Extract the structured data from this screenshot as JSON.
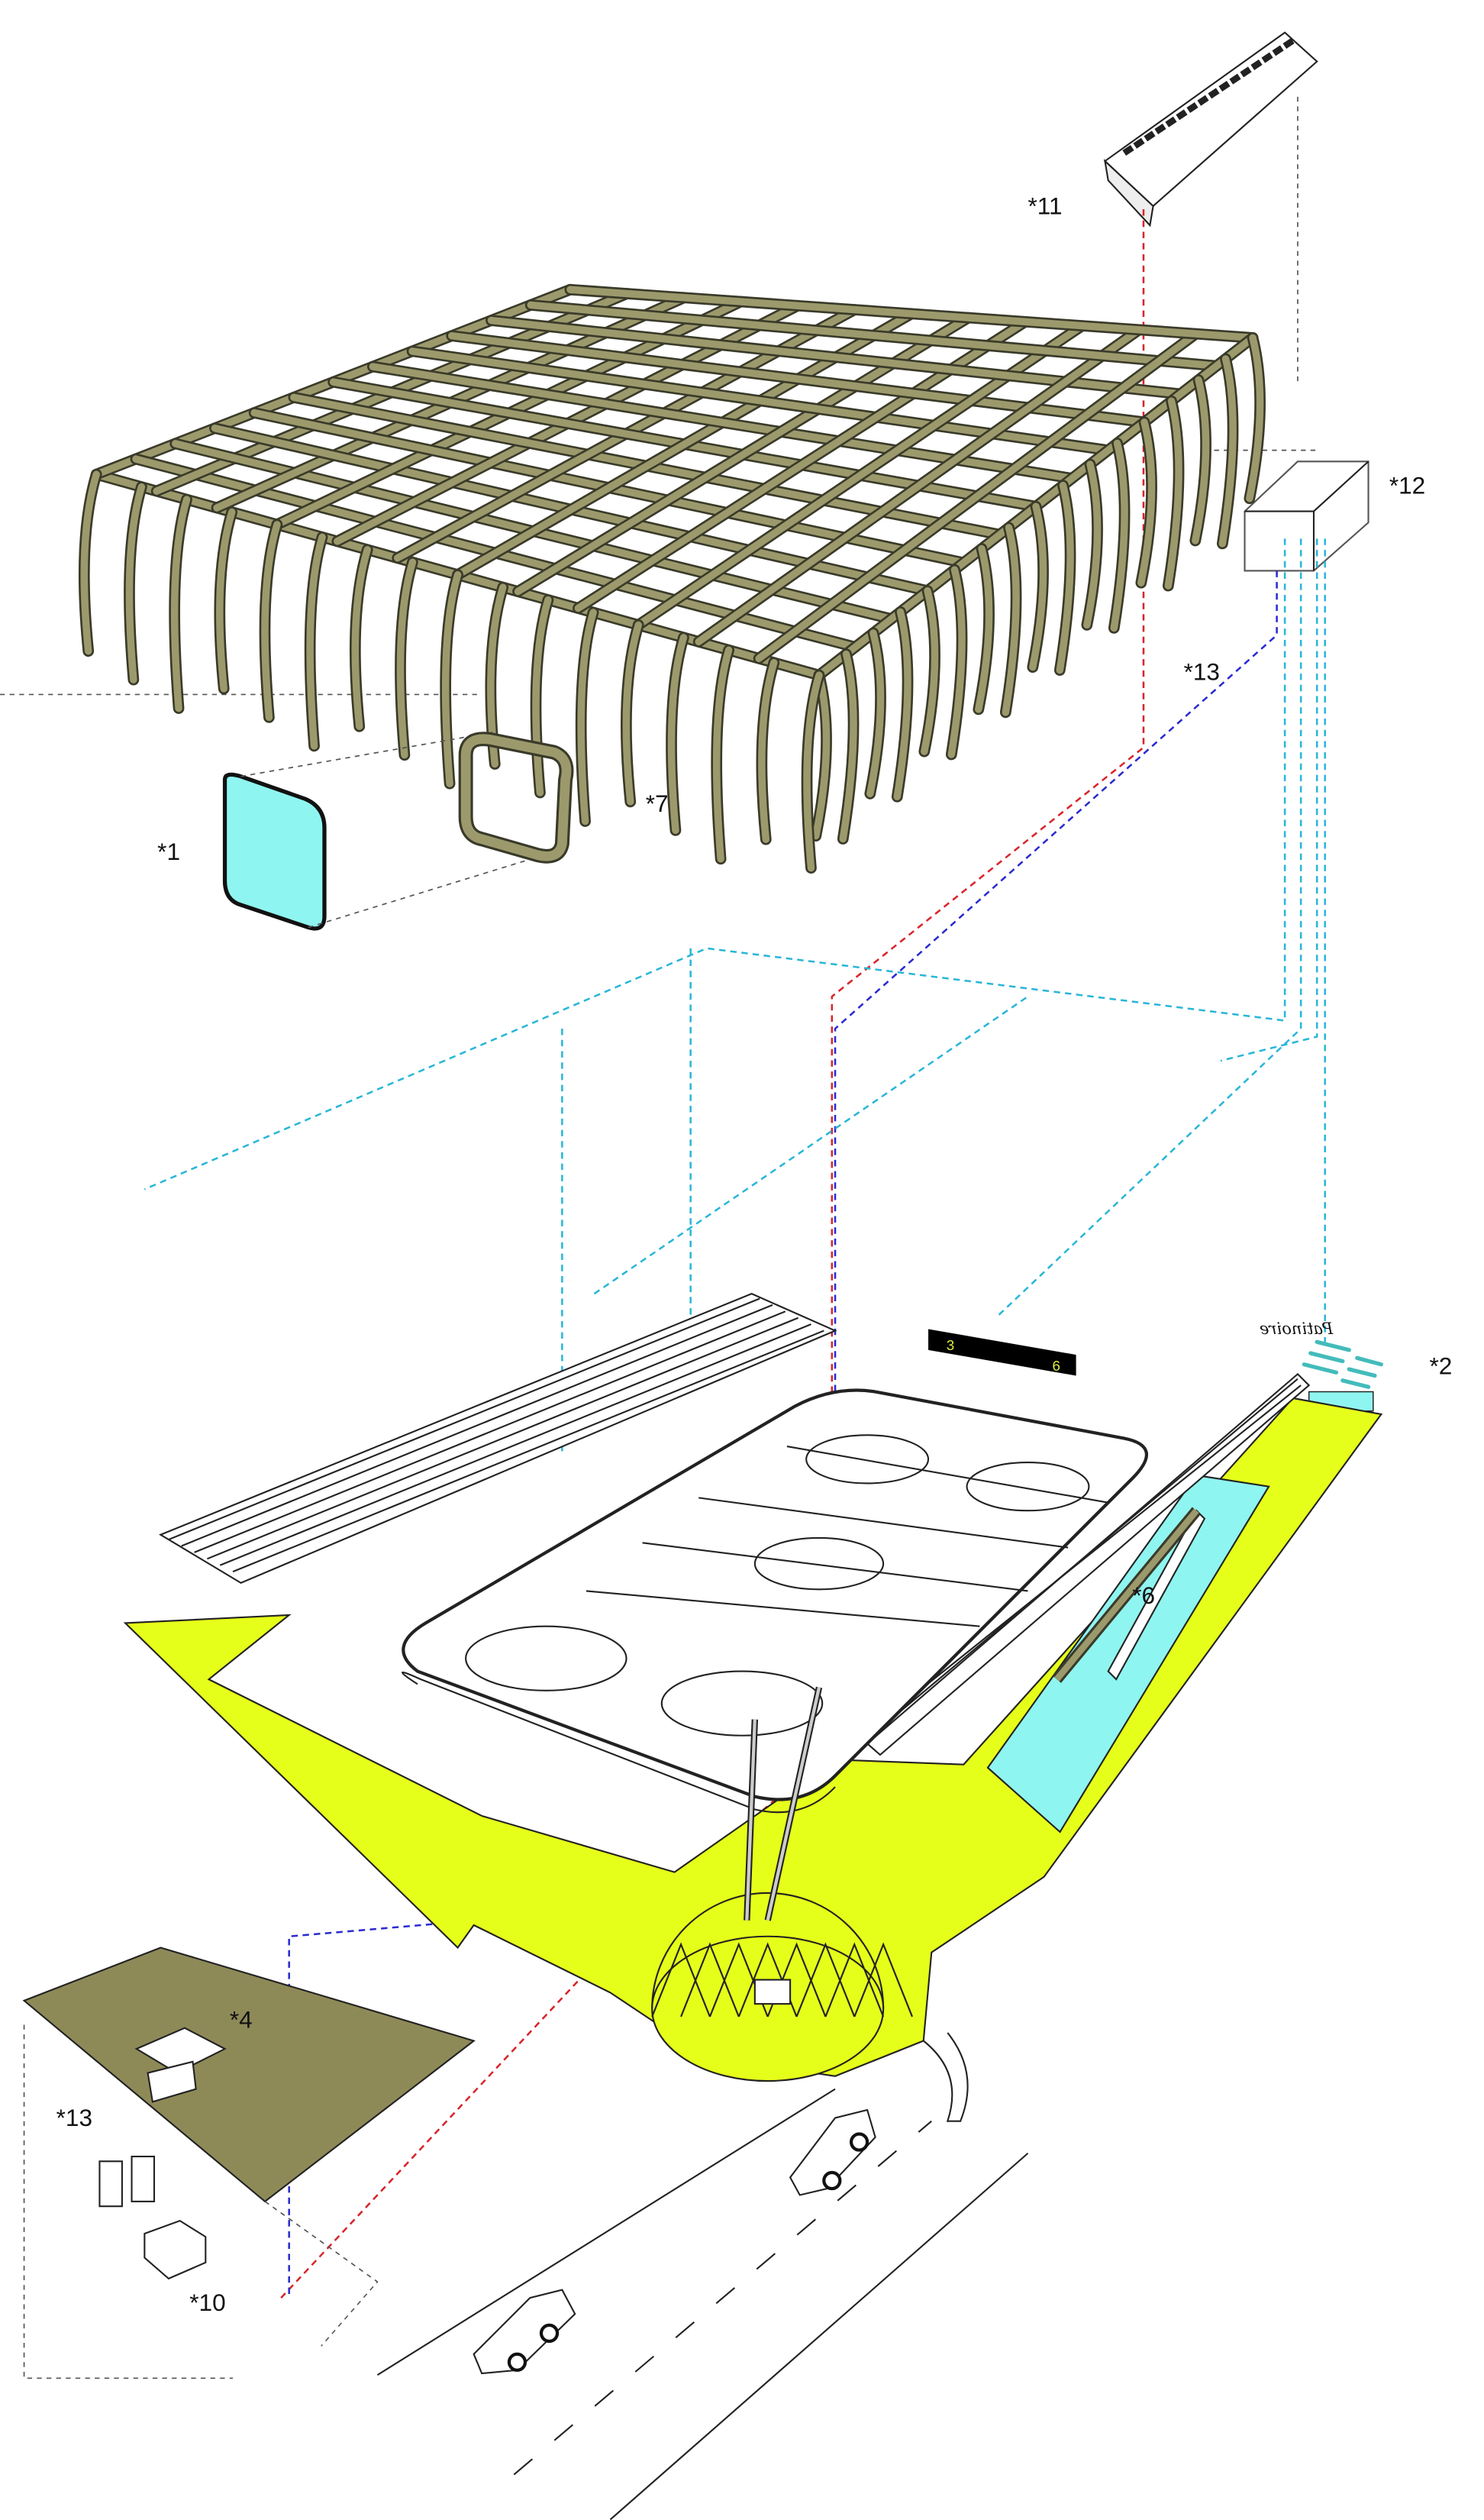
{
  "labels": {
    "l11": "*11",
    "l12": "*12",
    "l13a": "*13",
    "l1": "*1",
    "l7": "*7",
    "l2": "*2",
    "l6": "*6",
    "l4": "*4",
    "l13b": "*13",
    "l10": "*10"
  },
  "sign_text": "Patinoire",
  "scoreboard": {
    "left": "3",
    "right": "6"
  },
  "colors": {
    "wood": "#9c9a6c",
    "platform": "#e6ff1a",
    "glass": "#8ff5f0",
    "water_line": "#29b6d8",
    "red_line": "#d8242a",
    "blue_line": "#2a2ad0"
  }
}
